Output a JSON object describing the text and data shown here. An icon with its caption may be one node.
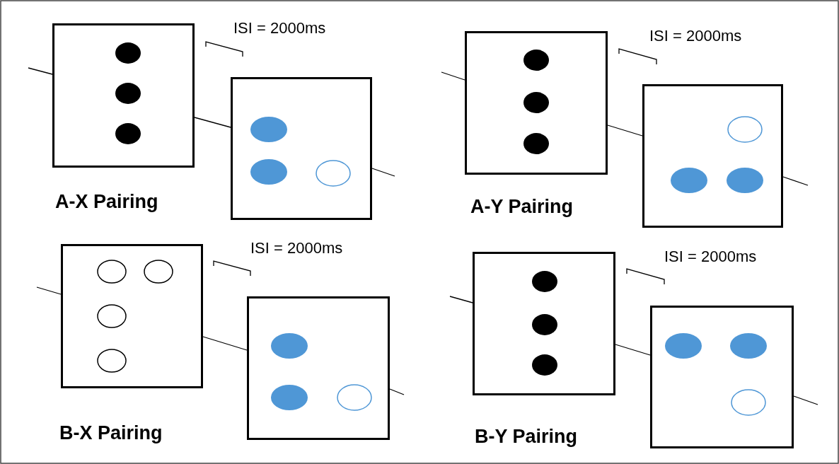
{
  "diagram": {
    "nodes": [
      {
        "text": [],
        "shape": "box"
      },
      {
        "text": [],
        "shape": "box"
      },
      {
        "text": [],
        "shape": "box"
      },
      {
        "text": [],
        "shape": "box"
      },
      {
        "text": [],
        "shape": "box"
      },
      {
        "text": [],
        "shape": "box"
      },
      {
        "text": [],
        "shape": "box"
      },
      {
        "text": [],
        "shape": "box"
      }
    ],
    "edges": [
      {
        "from": null,
        "to": 0,
        "arrow": "none"
      },
      {
        "from": 0,
        "to": 1,
        "arrow": "none"
      },
      {
        "from": 1,
        "to": null,
        "arrow": "none"
      },
      {
        "from": null,
        "to": 2,
        "arrow": "none"
      },
      {
        "from": 2,
        "to": 3,
        "arrow": "none"
      },
      {
        "from": 3,
        "to": null,
        "arrow": "none"
      },
      {
        "from": null,
        "to": 4,
        "arrow": "none"
      },
      {
        "from": 4,
        "to": 5,
        "arrow": "none"
      },
      {
        "from": 5,
        "to": null,
        "arrow": "none"
      },
      {
        "from": null,
        "to": 6,
        "arrow": "none"
      },
      {
        "from": 6,
        "to": 7,
        "arrow": "none"
      },
      {
        "from": 7,
        "to": null,
        "arrow": "none"
      }
    ],
    "labels": [
      "ISI = 2000ms",
      "ISI = 2000ms",
      "A-X Pairing",
      "A-Y Pairing",
      "ISI = 2000ms",
      "ISI = 2000ms",
      "B-X Pairing",
      "B-Y Pairing"
    ]
  }
}
